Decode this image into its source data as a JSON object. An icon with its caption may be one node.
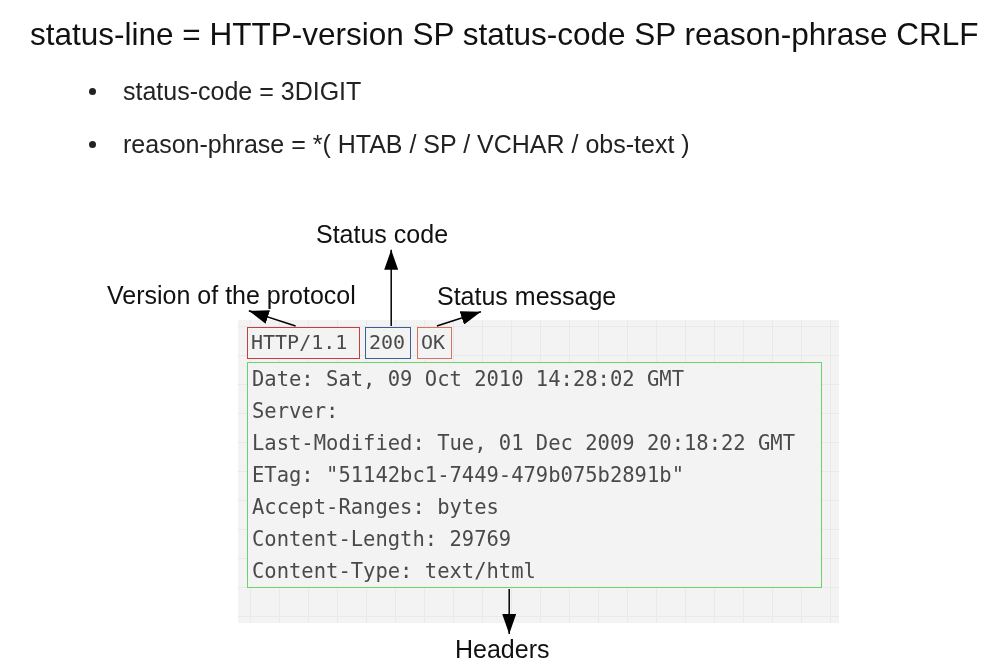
{
  "diagram": {
    "title": "status-line = HTTP-version SP status-code SP reason-phrase CRLF",
    "nodes": [
      {
        "text": [
          "Status code"
        ]
      },
      {
        "text": [
          "Version of the protocol"
        ]
      },
      {
        "text": [
          "Status message"
        ]
      },
      {
        "text": [
          "HTTP/1.1"
        ]
      },
      {
        "text": [
          "200"
        ]
      },
      {
        "text": [
          "OK"
        ]
      },
      {
        "text": [
          "Date: Sat, 09 Oct 2010 14:28:02 GMT",
          "Server:",
          "Last-Modified: Tue, 01 Dec 2009 20:18:22 GMT",
          "ETag: \"51142bc1-7449-479b075b2891b\"",
          "Accept-Ranges: bytes",
          "Content-Length: 29769",
          "Content-Type: text/html"
        ]
      },
      {
        "text": [
          "Headers"
        ]
      }
    ],
    "edges": [
      {
        "from": 4,
        "to": 0,
        "arrow": "to"
      },
      {
        "from": 3,
        "to": 1,
        "arrow": "to"
      },
      {
        "from": 5,
        "to": 2,
        "arrow": "to"
      },
      {
        "from": 6,
        "to": 7,
        "arrow": "to"
      }
    ],
    "labels": [
      "status-code = 3DIGIT",
      "reason-phrase = *( HTAB / SP / VCHAR / obs-text )"
    ]
  }
}
